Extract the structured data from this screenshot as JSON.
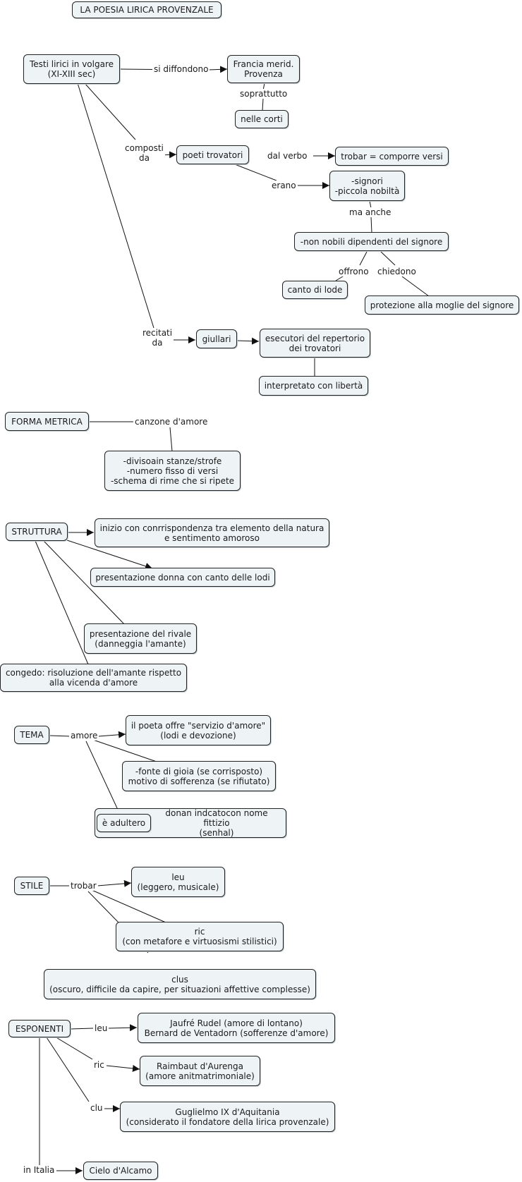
{
  "title": "LA POESIA LIRICA PROVENZALE",
  "provenza": {
    "testi": "Testi lirici in volgare\n(XI-XIII sec)",
    "si_diffondono": "si diffondono",
    "francia": "Francia merid.\nProvenza",
    "soprattutto": "soprattutto",
    "nelle_corti": "nelle corti",
    "composti_da": "composti\nda",
    "poeti_trovatori": "poeti trovatori",
    "dal_verbo": "dal verbo",
    "trobar": "trobar = comporre versi",
    "erano": "erano",
    "signori": "-signori\n-piccola nobiltà",
    "ma_anche": "ma anche",
    "non_nobili": "-non nobili dipendenti del signore",
    "offrono": "offrono",
    "chiedono": "chiedono",
    "canto_di_lode": "canto di lode",
    "protezione": "protezione alla moglie del signore",
    "recitati_da": "recitati\nda",
    "giullari": "giullari",
    "esecutori": "esecutori del repertorio\ndei trovatori",
    "interpretato": "interpretato con libertà"
  },
  "forma": {
    "forma_metrica": "FORMA METRICA",
    "canzone": "canzone d'amore",
    "divisione": "-divisoain stanze/strofe\n-numero fisso di versi\n-schema di rime che si ripete"
  },
  "struttura": {
    "label": "STRUTTURA",
    "inizio": "inizio con conrrispondenza tra elemento della natura\ne sentimento amoroso",
    "presentazione_donna": "presentazione donna con canto delle lodi",
    "rivale": "presentazione del rivale\n(danneggia l'amante)",
    "congedo": "congedo: risoluzione dell'amante rispetto\nalla vicenda d'amore"
  },
  "tema": {
    "label": "TEMA",
    "amore": "amore",
    "servizio": "il poeta offre \"servizio d'amore\"\n(lodi e devozione)",
    "fonte": "-fonte di gioia (se corrisposto)\nmotivo di sofferenza (se rifiutato)",
    "donan": "donan indcatocon nome fittizio\n(senhal)",
    "adultero": "è adultero"
  },
  "stile": {
    "label": "STILE",
    "trobar": "trobar",
    "leu": "leu\n(leggero, musicale)",
    "ric": "ric\n(con metafore e virtuosismi stilistici)",
    "clus": "clus\n(oscuro, difficile da capire, per situazioni affettive complesse)"
  },
  "esponenti": {
    "label": "ESPONENTI",
    "leu": "leu",
    "ric": "ric",
    "clu": "clu",
    "in_italia": "in Italia",
    "jaufre": "Jaufré Rudel (amore di lontano)\nBernard de Ventadorn (sofferenze d'amore)",
    "raimbaut": "Raimbaut d'Aurenga\n(amore anitmatrimoniale)",
    "guglielmo": "Guglielmo IX d'Aquitania\n(considerato il fondatore della lirica provenzale)",
    "cielo": "Cielo d'Alcamo"
  }
}
